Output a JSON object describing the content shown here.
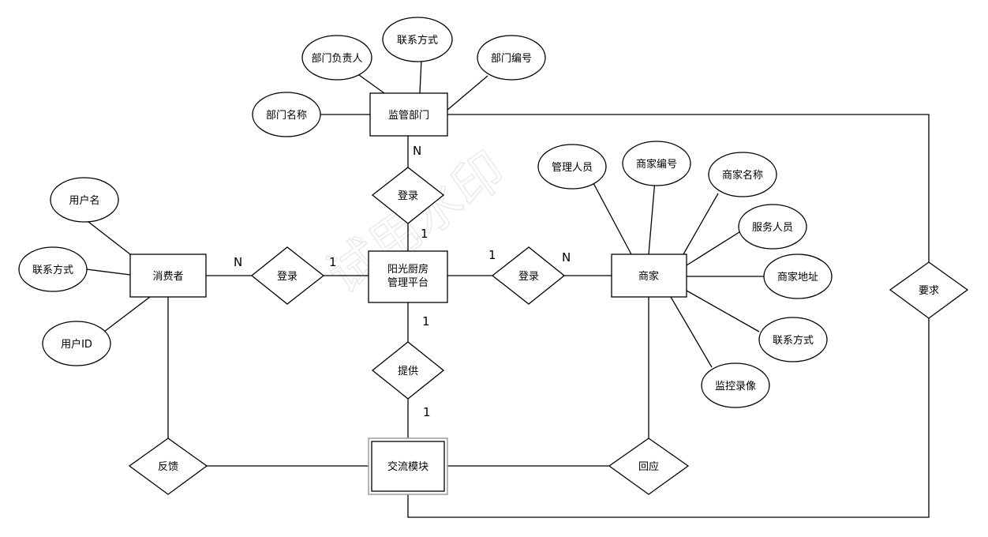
{
  "watermark": "试用水印",
  "entities": {
    "supervision": "监管部门",
    "platform_line1": "阳光厨房",
    "platform_line2": "管理平台",
    "consumer": "消费者",
    "merchant": "商家",
    "exchange": "交流模块"
  },
  "relationships": {
    "login_top": "登录",
    "login_left": "登录",
    "login_right": "登录",
    "provide": "提供",
    "feedback": "反馈",
    "respond": "回应",
    "require": "要求"
  },
  "attributes": {
    "dept_head": "部门负责人",
    "dept_contact": "联系方式",
    "dept_id": "部门编号",
    "dept_name": "部门名称",
    "username": "用户名",
    "user_contact": "联系方式",
    "user_id": "用户ID",
    "manager": "管理人员",
    "merchant_id": "商家编号",
    "merchant_name": "商家名称",
    "service_staff": "服务人员",
    "merchant_address": "商家地址",
    "merchant_contact": "联系方式",
    "surveillance": "监控录像"
  },
  "cardinalities": {
    "top_upper": "N",
    "top_lower": "1",
    "left_outer": "N",
    "left_inner": "1",
    "right_inner": "1",
    "right_outer": "N",
    "provide_upper": "1",
    "provide_lower": "1"
  }
}
